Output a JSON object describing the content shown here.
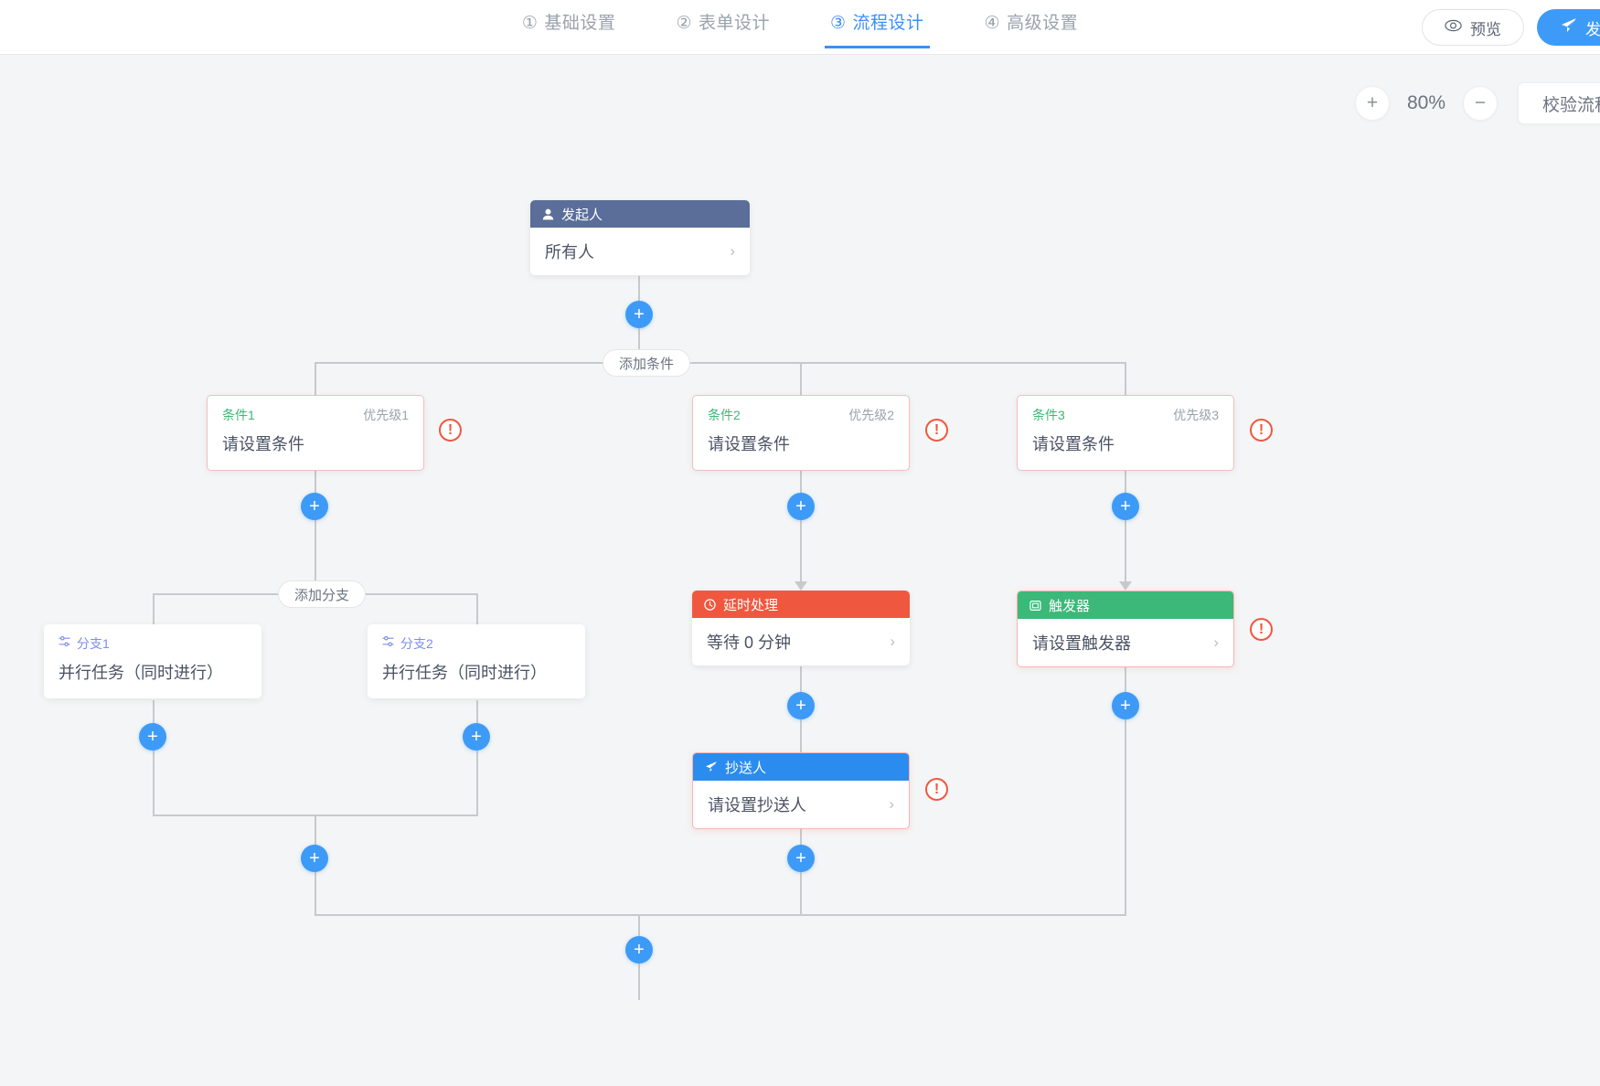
{
  "header": {
    "steps": [
      {
        "num": "①",
        "label": "基础设置",
        "active": false
      },
      {
        "num": "②",
        "label": "表单设计",
        "active": false
      },
      {
        "num": "③",
        "label": "流程设计",
        "active": true
      },
      {
        "num": "④",
        "label": "高级设置",
        "active": false
      }
    ],
    "preview_label": "预览",
    "publish_label": "发布",
    "preview_icon": "eye-icon",
    "publish_icon": "paper-plane-icon"
  },
  "toolbar": {
    "zoom_in_label": "+",
    "zoom_out_label": "−",
    "zoom_level": "80%",
    "validate_label": "校验流程"
  },
  "flow": {
    "initiator": {
      "header": "发起人",
      "header_icon": "user-icon",
      "value": "所有人",
      "chevron": "›",
      "header_color": "#5a6e99"
    },
    "add_condition_label": "添加条件",
    "add_branch_label": "添加分支",
    "plus_label": "+",
    "warning_glyph": "!",
    "conditions": [
      {
        "name": "条件1",
        "priority": "优先级1",
        "value": "请设置条件",
        "warning": true
      },
      {
        "name": "条件2",
        "priority": "优先级2",
        "value": "请设置条件",
        "warning": true
      },
      {
        "name": "条件3",
        "priority": "优先级3",
        "value": "请设置条件",
        "warning": true
      }
    ],
    "branches": [
      {
        "name": "分支1",
        "icon": "sliders-icon",
        "value": "并行任务（同时进行）"
      },
      {
        "name": "分支2",
        "icon": "sliders-icon",
        "value": "并行任务（同时进行）"
      }
    ],
    "delay_node": {
      "header": "延时处理",
      "header_icon": "clock-icon",
      "value": "等待 0 分钟",
      "chevron": "›",
      "header_color": "#f0573f"
    },
    "trigger_node": {
      "header": "触发器",
      "header_icon": "trigger-icon",
      "value": "请设置触发器",
      "chevron": "›",
      "header_color": "#3cb878",
      "warning": true
    },
    "cc_node": {
      "header": "抄送人",
      "header_icon": "paper-plane-icon",
      "value": "请设置抄送人",
      "chevron": "›",
      "header_color": "#2b8cf0",
      "warning": true
    }
  }
}
